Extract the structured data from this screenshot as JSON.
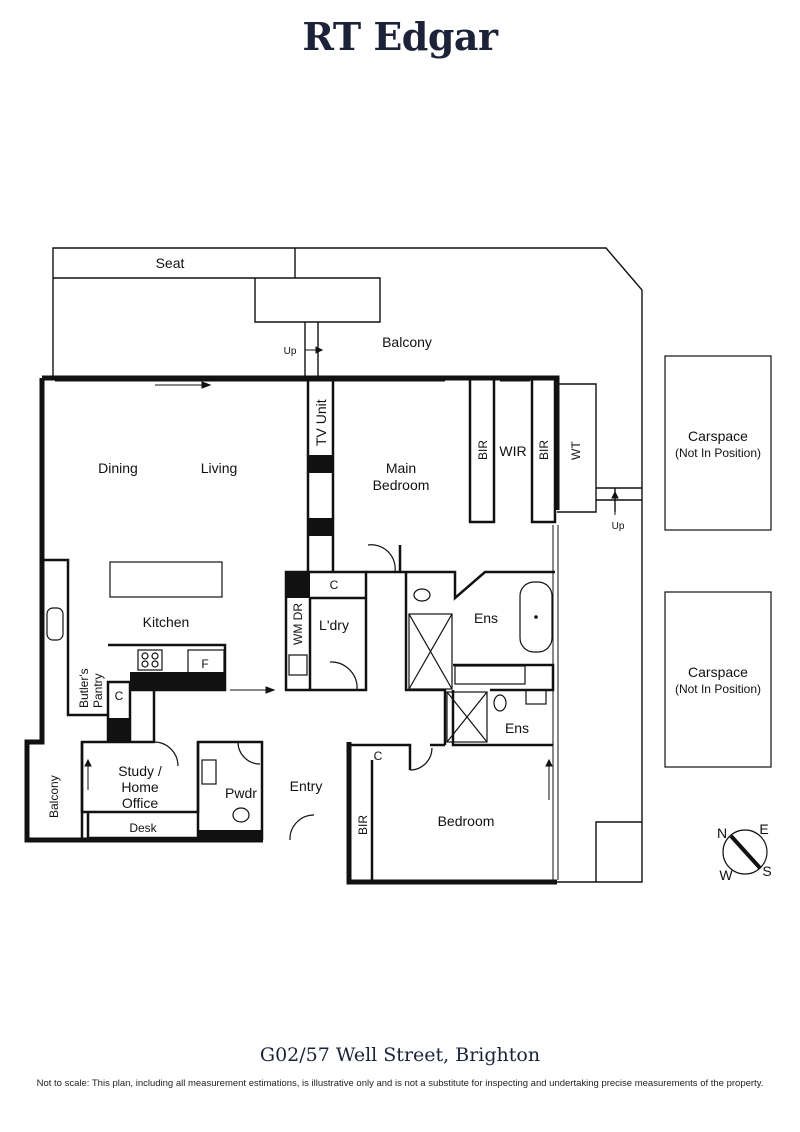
{
  "brand": {
    "name": "RT Edgar"
  },
  "rooms": {
    "seat": "Seat",
    "balcony_main": "Balcony",
    "up_balcony": "Up",
    "dining": "Dining",
    "living": "Living",
    "tv_unit": "TV Unit",
    "main_bedroom_l1": "Main",
    "main_bedroom_l2": "Bedroom",
    "bir_left": "BIR",
    "wir": "WIR",
    "bir_right": "BIR",
    "wt": "WT",
    "up_wt": "Up",
    "kitchen": "Kitchen",
    "butlers_l1": "Butler's",
    "butlers_l2": "Pantry",
    "c_butler": "C",
    "fridge": "F",
    "wm_dr": "WM DR",
    "c_laundry": "C",
    "laundry": "L'dry",
    "ens_main": "Ens",
    "ens_second": "Ens",
    "balcony_side": "Balcony",
    "study_l1": "Study /",
    "study_l2": "Home",
    "study_l3": "Office",
    "desk": "Desk",
    "pwdr": "Pwdr",
    "entry": "Entry",
    "c_bedroom": "C",
    "bir_bedroom": "BIR",
    "bedroom": "Bedroom"
  },
  "carspaces": [
    {
      "label": "Carspace",
      "note": "(Not In Position)"
    },
    {
      "label": "Carspace",
      "note": "(Not In Position)"
    }
  ],
  "compass": {
    "n": "N",
    "e": "E",
    "s": "S",
    "w": "W"
  },
  "footer": {
    "address": "G02/57 Well Street, Brighton",
    "disclaimer": "Not to scale: This plan, including all measurement estimations, is illustrative only and is not a substitute for inspecting and undertaking precise measurements of the property."
  }
}
